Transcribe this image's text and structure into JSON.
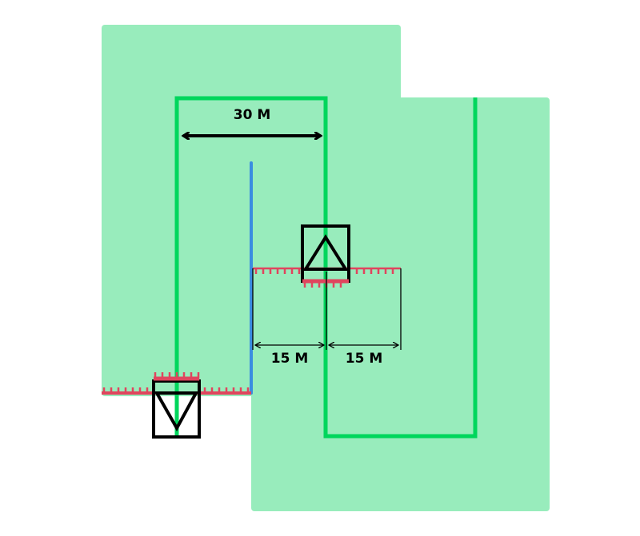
{
  "labels": {
    "width_30": "30 M",
    "left_15": "15 M",
    "right_15": "15 M"
  },
  "colors": {
    "zone_fill": "#98ecbc",
    "boundary_line": "#00d65c",
    "blue_line": "#3a8de0",
    "hatch": "#e0455e",
    "symbol_stroke": "#000000",
    "dimension": "#000000"
  },
  "symbols": {
    "upper": "up-triangle-marker",
    "lower": "down-triangle-marker"
  }
}
